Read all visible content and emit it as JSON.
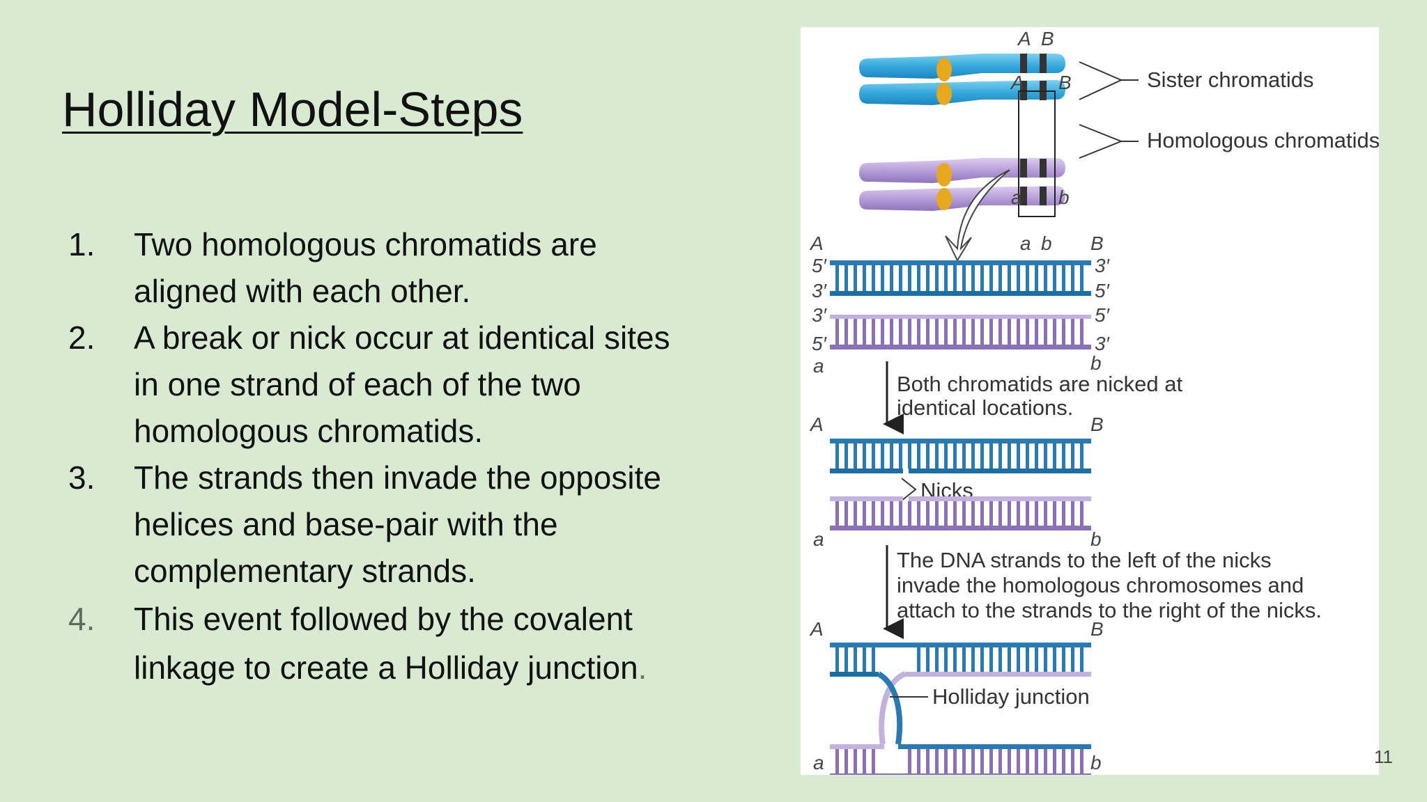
{
  "slide": {
    "title": "Holliday Model-Steps",
    "steps": [
      {
        "num": "1.",
        "lines": [
          "Two homologous chromatids are",
          "aligned with each other."
        ]
      },
      {
        "num": "2.",
        "lines": [
          "A break or nick occur at identical sites",
          "in one strand of each of the two",
          "homologous chromatids."
        ]
      },
      {
        "num": "3.",
        "lines": [
          "The strands then invade the opposite",
          "helices and base-pair with the",
          "complementary strands."
        ]
      },
      {
        "num": "4.",
        "lines": [
          "This event followed by the covalent",
          "linkage to create a Holliday junction"
        ],
        "tail": "."
      }
    ],
    "page_number": "11"
  },
  "figure": {
    "labels": {
      "sister": "Sister chromatids",
      "homologous": "Homologous chromatids",
      "nicks": "Nicks",
      "junction": "Holliday junction"
    },
    "alleles": {
      "A": "A",
      "B": "B",
      "a": "a",
      "b": "b"
    },
    "ends": {
      "five": "5′",
      "three": "3′"
    },
    "captions": {
      "nicked": [
        "Both chromatids are nicked at",
        "identical locations."
      ],
      "invade": [
        "The DNA strands to the left of the nicks",
        "invade the homologous chromosomes and",
        "attach to the strands to the right of the nicks."
      ]
    },
    "colors": {
      "blue_chromosome": "#3aaee0",
      "purple_chromosome": "#b7a0d6",
      "centromere": "#e7a81f",
      "blue_strand": "#2a79b0",
      "purple_strand": "#8a70b6",
      "band": "#333333"
    }
  }
}
